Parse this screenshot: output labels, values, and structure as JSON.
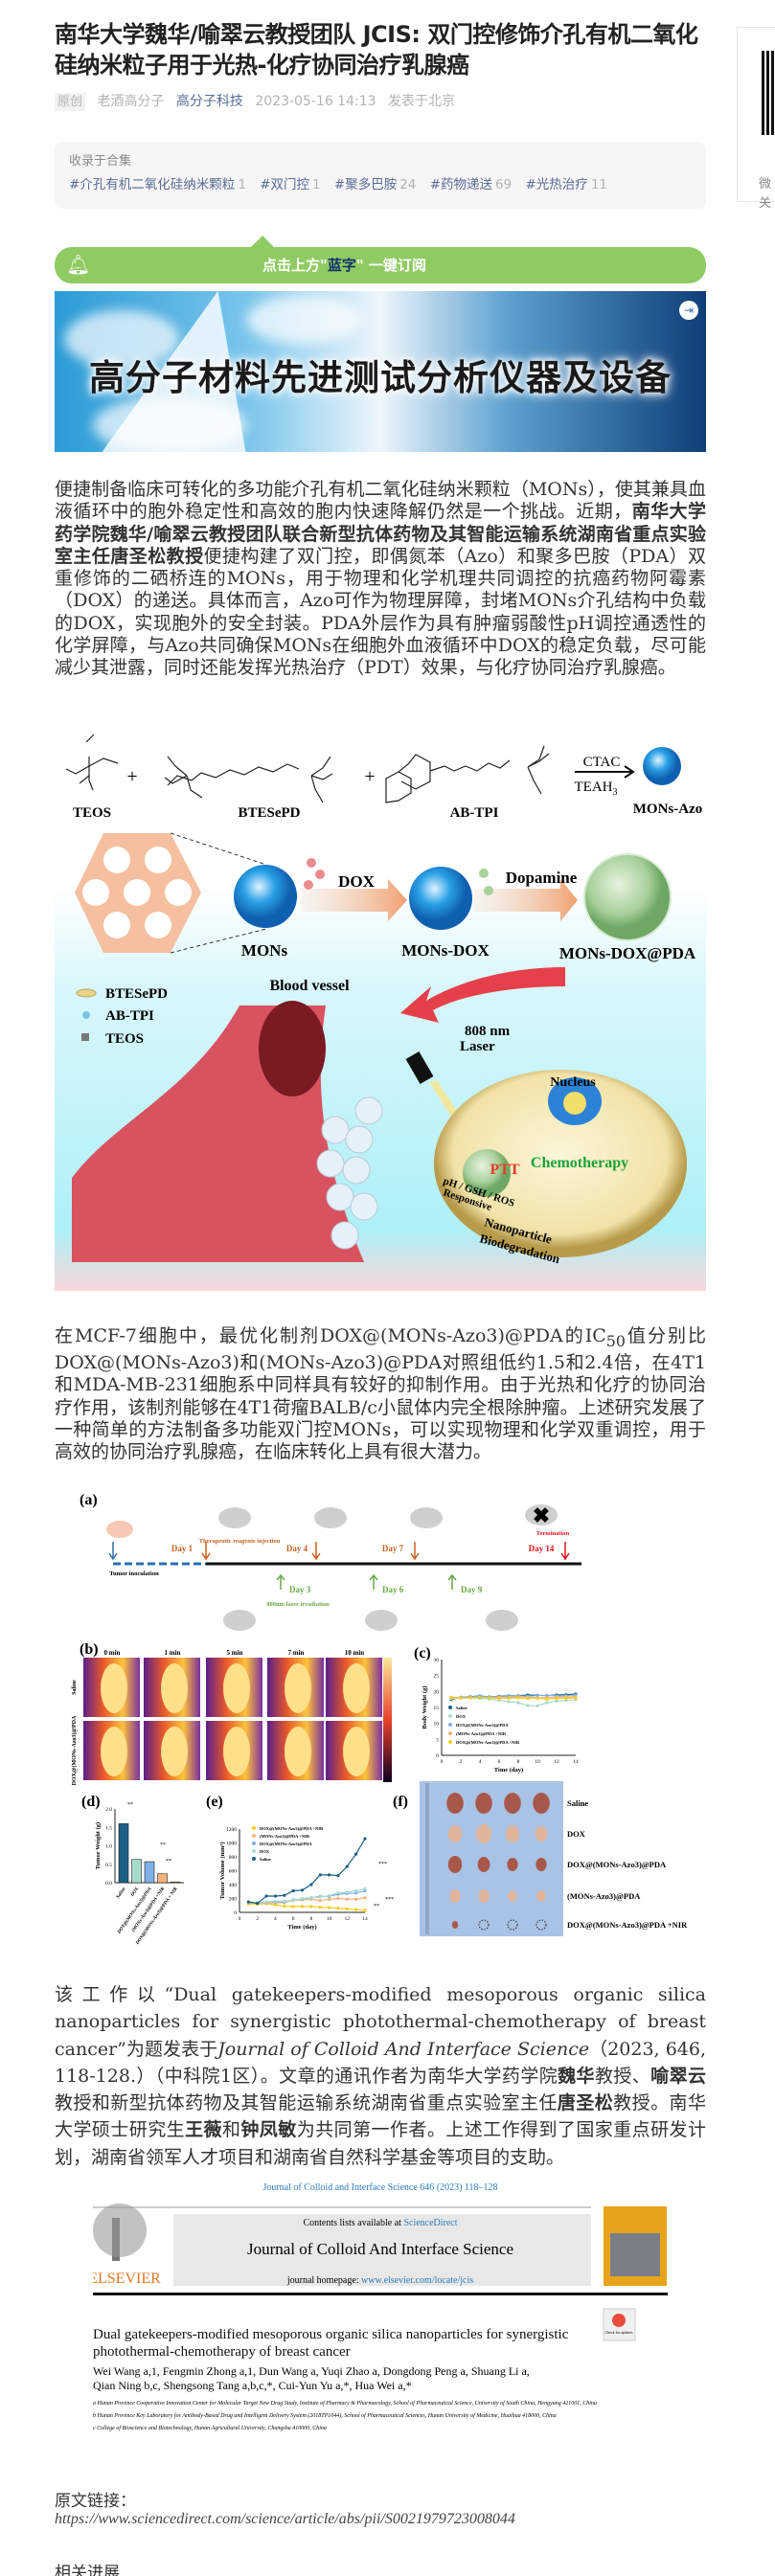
{
  "article": {
    "title": "南华大学魏华/喻翠云教授团队 JCIS: 双门控修饰介孔有机二氧化硅纳米粒子用于光热-化疗协同治疗乳腺癌",
    "original_badge": "原创",
    "author": "老酒高分子",
    "account": "高分子科技",
    "datetime": "2023-05-16 14:13",
    "location": "发表于北京"
  },
  "collection": {
    "heading": "收录于合集",
    "tags": [
      {
        "label": "#介孔有机二氧化硅纳米颗粒",
        "count": "1"
      },
      {
        "label": "#双门控",
        "count": "1"
      },
      {
        "label": "#聚多巴胺",
        "count": "24"
      },
      {
        "label": "#药物递送",
        "count": "69"
      },
      {
        "label": "#光热治疗",
        "count": "11"
      }
    ]
  },
  "qr_panel": {
    "line1": "微",
    "line2": "关"
  },
  "subscribe": {
    "pre": "点击上方\"",
    "highlight": "蓝字",
    "post": "\" 一键订阅",
    "icon": "bell-icon"
  },
  "banner": {
    "headline": "高分子材料先进测试分析仪器及设备",
    "icon": "exit-icon"
  },
  "paragraphs": {
    "p1_a": "便捷制备临床可转化的多功能介孔有机二氧化硅纳米颗粒（MONs），使其兼具血液循环中的胞外稳定性和高效的胞内快速降解仍然是一个挑战。近期，",
    "p1_b": "南华大学药学院魏华/喻翠云教授团队联合新型抗体药物及其智能运输系统湖南省重点实验室主任唐圣松教授",
    "p1_c": "便捷构建了双门控，即偶氮苯（Azo）和聚多巴胺（PDA）双重修饰的二硒桥连的MONs，用于物理和化学机理共同调控的抗癌药物阿霉素（DOX）的递送。具体而言，Azo可作为物理屏障，封堵MONs介孔结构中负载的DOX，实现胞外的安全封装。PDA外层作为具有肿瘤弱酸性pH调控通透性的化学屏障，与Azo共同确保MONs在细胞外血液循环中DOX的稳定负载，尽可能减少其泄露，同时还能发挥光热治疗（PDT）效果，与化疗协同治疗乳腺癌。",
    "p2_a": "在MCF-7细胞中，最优化制剂DOX@(MONs-Azo3)@PDA的IC",
    "p2_sub": "50",
    "p2_b": "值分别比DOX@(MONs-Azo3)和(MONs-Azo3)@PDA对照组低约1.5和2.4倍，在4T1和MDA-MB-231细胞系中同样具有较好的抑制作用。由于光热和化疗的协同治疗作用，该制剂能够在4T1荷瘤BALB/c小鼠体内完全根除肿瘤。上述研究发展了一种简单的方法制备多功能双门控MONs，可以实现物理和化学双重调控，用于高效的协同治疗乳腺癌，在临床转化上具有很大潜力。",
    "p3_a": "该工作以“Dual gatekeepers-modified mesoporous organic silica nanoparticles for synergistic photothermal-chemotherapy of breast cancer”为题发表于",
    "p3_journal": "Journal of Colloid And Interface Science",
    "p3_b": "（2023, 646, 118-128.）（中科院1区）。文章的通讯作者为南华大学药学院",
    "p3_n1": "魏华",
    "p3_c": "教授、",
    "p3_n2": "喻翠云",
    "p3_d": "教授和新型抗体药物及其智能运输系统湖南省重点实验室主任",
    "p3_n3": "唐圣松",
    "p3_e": "教授。南华大学硕士研究生",
    "p3_n4": "王薇",
    "p3_f": "和",
    "p3_n5": "钟凤敏",
    "p3_g": "为共同第一作者。上述工作得到了国家重点研发计划，湖南省领军人才项目和湖南省自然科学基金等项目的支助。"
  },
  "scheme": {
    "reagents": [
      "TEOS",
      "BTESePD",
      "AB-TPI",
      "MONs-Azo"
    ],
    "plus": "+",
    "cond_top": "CTAC",
    "cond_bottom": "TEAH",
    "cond_sub": "3",
    "stages": [
      "MONs",
      "MONs-DOX",
      "MONs-DOX@PDA"
    ],
    "arrow1": "DOX",
    "arrow2": "Dopamine",
    "legend": [
      "BTESePD",
      "AB-TPI",
      "TEOS"
    ],
    "blood_vessel": "Blood vessel",
    "laser1": "808 nm",
    "laser2": "Laser",
    "nucleus": "Nucleus",
    "ptt": "PTT",
    "chemo": "Chemotherapy",
    "resp1": "pH / GSH / ROS",
    "resp2": "Responsive",
    "degr1": "Nanoparticle",
    "degr2": "Biodegradation"
  },
  "figure": {
    "panel_labels": [
      "(a)",
      "(b)",
      "(c)",
      "(d)",
      "(e)",
      "(f)"
    ],
    "timeline": {
      "injection_label": "Therapeutic reagents injection",
      "termination": "Termination",
      "inoculation": "Tumor inoculation",
      "laser_label": "808nm laser irradiation",
      "down_days": [
        "Day 1",
        "Day 4",
        "Day 7",
        "Day 14"
      ],
      "up_days": [
        "Day 3",
        "Day 6",
        "Day 9"
      ]
    },
    "thermal": {
      "times": [
        "0 min",
        "1 min",
        "5 min",
        "7 min",
        "10 min"
      ],
      "rows": [
        "Saline",
        "DOX@(MONs-Azo3)@PDA"
      ]
    },
    "groups": [
      "Saline",
      "DOX",
      "DOX@(MONs-Azo3)@PDA",
      "(MONs-Azo3)@PDA +NIR",
      "DOX@(MONs-Azo3)@PDA +NIR"
    ],
    "colors": [
      "#1d5f86",
      "#a6dccb",
      "#7fb0e6",
      "#f7b27a",
      "#f2cf1d"
    ],
    "sig": [
      "**",
      "**",
      "**",
      "***",
      "**",
      "***"
    ],
    "photo_rows": [
      "Saline",
      "DOX",
      "DOX@(MONs-Azo3)@PDA",
      "(MONs-Azo3)@PDA",
      "DOX@(MONs-Azo3)@PDA +NIR"
    ]
  },
  "chart_data": [
    {
      "type": "line",
      "title": "(c)",
      "xlabel": "Time (day)",
      "ylabel": "Body Weight (g)",
      "xlim": [
        0,
        14
      ],
      "ylim": [
        0,
        30
      ],
      "xticks": [
        "0",
        "2",
        "4",
        "6",
        "8",
        "10",
        "12",
        "14"
      ],
      "yticks": [
        "0",
        "5",
        "10",
        "15",
        "20",
        "25",
        "30"
      ],
      "x": [
        1,
        2,
        3,
        4,
        5,
        6,
        7,
        8,
        9,
        10,
        11,
        12,
        13,
        14
      ],
      "series": [
        {
          "name": "Saline",
          "values": [
            17.5,
            18.2,
            18.4,
            18.6,
            18.3,
            18.5,
            18.6,
            18.7,
            18.9,
            18.8,
            18.7,
            18.9,
            19.0,
            19.2
          ]
        },
        {
          "name": "DOX",
          "values": [
            17.8,
            18.0,
            18.0,
            17.8,
            17.6,
            17.2,
            16.8,
            16.5,
            15.6,
            15.5,
            16.5,
            17.0,
            17.2,
            17.5
          ]
        },
        {
          "name": "DOX@(MONs-Azo3)@PDA",
          "values": [
            18.0,
            18.2,
            18.3,
            18.5,
            18.4,
            18.3,
            18.5,
            18.6,
            18.5,
            18.7,
            18.8,
            18.6,
            18.7,
            18.9
          ]
        },
        {
          "name": "(MONs-Azo3)@PDA +NIR",
          "values": [
            18.2,
            18.0,
            18.1,
            18.2,
            18.0,
            18.3,
            18.1,
            18.4,
            18.2,
            18.0,
            18.1,
            18.2,
            18.3,
            18.4
          ]
        },
        {
          "name": "DOX@(MONs-Azo3)@PDA +NIR",
          "values": [
            18.0,
            17.9,
            18.0,
            18.1,
            18.0,
            17.8,
            17.9,
            18.0,
            17.8,
            17.9,
            17.6,
            17.8,
            17.9,
            18.0
          ]
        }
      ]
    },
    {
      "type": "bar",
      "title": "(d)",
      "ylabel": "Tumor Weight (g)",
      "ylim": [
        0,
        2.0
      ],
      "yticks": [
        "0.0",
        "0.5",
        "1.0",
        "1.5",
        "2.0"
      ],
      "categories": [
        "Saline",
        "DOX",
        "DOX@(MONs-Azo3)@PDA",
        "(MONs-Azo3)@PDA +NIR",
        "DOX@(MONs-Azo3)@PDA + NIR"
      ],
      "values": [
        1.6,
        0.63,
        0.57,
        0.24,
        0.02
      ]
    },
    {
      "type": "line",
      "title": "(e)",
      "xlabel": "Time (day)",
      "ylabel": "Tumor Volume (mm³)",
      "xlim": [
        0,
        14
      ],
      "ylim": [
        0,
        1200
      ],
      "xticks": [
        "0",
        "2",
        "4",
        "6",
        "8",
        "10",
        "12",
        "14"
      ],
      "yticks": [
        "0",
        "200",
        "400",
        "600",
        "800",
        "1000",
        "1200"
      ],
      "x": [
        1,
        2,
        3,
        4,
        5,
        6,
        7,
        8,
        9,
        10,
        11,
        12,
        13,
        14
      ],
      "series": [
        {
          "name": "DOX@(MONs-Azo3)@PDA +NIR",
          "values": [
            120,
            120,
            125,
            110,
            90,
            85,
            85,
            85,
            75,
            70,
            60,
            50,
            40,
            30
          ]
        },
        {
          "name": "(MONs-Azo3)@PDA +NIR",
          "values": [
            140,
            130,
            130,
            140,
            140,
            170,
            180,
            190,
            170,
            190,
            200,
            190,
            190,
            210
          ]
        },
        {
          "name": "DOX@(MONs-Azo3)@PDA",
          "values": [
            150,
            140,
            150,
            150,
            150,
            180,
            190,
            210,
            230,
            230,
            260,
            270,
            280,
            310
          ]
        },
        {
          "name": "DOX",
          "values": [
            150,
            140,
            150,
            160,
            160,
            170,
            200,
            210,
            220,
            240,
            280,
            290,
            310,
            340
          ]
        },
        {
          "name": "Saline",
          "values": [
            150,
            130,
            235,
            235,
            245,
            310,
            320,
            400,
            540,
            540,
            530,
            660,
            840,
            1060
          ]
        }
      ]
    }
  ],
  "paper": {
    "citation": "Journal of Colloid and Interface Science 646 (2023) 118–128",
    "contents": "Contents lists available at",
    "sciencedirect": "ScienceDirect",
    "journal": "Journal of Colloid And Interface Science",
    "homepage": "journal homepage:",
    "homepage_url": "www.elsevier.com/locate/jcis",
    "publisher": "ELSEVIER",
    "check": "Check for updates",
    "title": "Dual gatekeepers-modified mesoporous organic silica nanoparticles for synergistic photothermal-chemotherapy of breast cancer",
    "authors1": "Wei Wang a,1, Fengmin Zhong a,1, Dun Wang a, Yuqi Zhao a, Dongdong Peng a, Shuang Li a,",
    "authors2": "Qian Ning b,c, Shengsong Tang a,b,c,*, Cui-Yun Yu a,*, Hua Wei a,*",
    "aff_a": "a Hunan Province Cooperative Innovation Center for Molecular Target New Drug Study, Institute of Pharmacy & Pharmacology, School of Pharmaceutical Science, University of South China, Hengyang 421001, China",
    "aff_b": "b Hunan Province Key Laboratory for Antibody-Based Drug and Intelligent Delivery System (2018TP1044), School of Pharmaceutical Sciences, Hunan University of Medicine, Huaihua 418000, China",
    "aff_c": "c College of Bioscience and Biotechnology, Hunan Agricultural University, Changsha 410000, China"
  },
  "footer": {
    "link_heading": "原文链接：",
    "link_url": "https://www.sciencedirect.com/science/article/abs/pii/S0021979723008044",
    "related_heading": "相关进展"
  }
}
